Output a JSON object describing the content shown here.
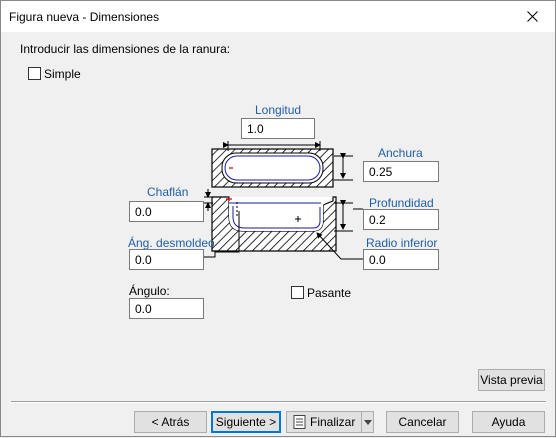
{
  "window": {
    "title": "Figura nueva - Dimensiones"
  },
  "intro_text": "Introducir las dimensiones de la ranura:",
  "simple": {
    "label": "Simple",
    "checked": false
  },
  "fields": {
    "longitud": {
      "label": "Longitud",
      "value": "1.0"
    },
    "anchura": {
      "label": "Anchura",
      "value": "0.25"
    },
    "chaflan": {
      "label": "Chaflán",
      "value": "0.0"
    },
    "profundidad": {
      "label": "Profundidad",
      "value": "0.2"
    },
    "ang_desmoldeo": {
      "label": "Áng. desmoldeo",
      "value": "0.0"
    },
    "radio_inferior": {
      "label": "Radio inferior",
      "value": "0.0"
    },
    "angulo": {
      "label": "Ángulo:",
      "value": "0.0"
    }
  },
  "pasante": {
    "label": "Pasante",
    "checked": false
  },
  "buttons": {
    "vista_previa": "Vista previa",
    "atras": "< Atrás",
    "siguiente": "Siguiente >",
    "finalizar": "Finalizar",
    "cancelar": "Cancelar",
    "ayuda": "Ayuda"
  },
  "colors": {
    "label_blue": "#1f5fa8",
    "diagram_blue": "#1a1aa0",
    "marker_red": "#cc0000"
  }
}
